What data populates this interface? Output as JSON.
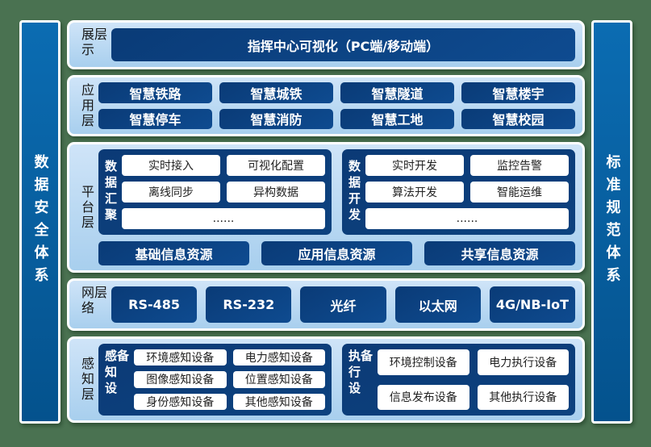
{
  "colors": {
    "background_green": "#4a7251",
    "panel_light_blue": "#b8d8f1",
    "box_navy": "#0c4184",
    "pillar_blue": "#0860a4",
    "chip_white": "#ffffff",
    "chip_text": "#222222"
  },
  "left_pillar": {
    "label": "数据安全体系"
  },
  "right_pillar": {
    "label": "标准规范体系"
  },
  "display_layer": {
    "label": "展示层",
    "main_box": "指挥中心可视化（PC端/移动端）"
  },
  "app_layer": {
    "label": "应用层",
    "boxes": [
      "智慧铁路",
      "智慧城铁",
      "智慧隧道",
      "智慧楼宇",
      "智慧停车",
      "智慧消防",
      "智慧工地",
      "智慧校园"
    ]
  },
  "platform_layer": {
    "label": "平台层",
    "aggregation": {
      "label": "数据汇聚",
      "chips": [
        "实时接入",
        "可视化配置",
        "离线同步",
        "异构数据",
        "......"
      ]
    },
    "development": {
      "label": "数据开发",
      "chips": [
        "实时开发",
        "监控告警",
        "算法开发",
        "智能运维",
        "......"
      ]
    },
    "resources": [
      "基础信息资源",
      "应用信息资源",
      "共享信息资源"
    ]
  },
  "network_layer": {
    "label": "网络层",
    "boxes": [
      "RS-485",
      "RS-232",
      "光纤",
      "以太网",
      "4G/NB-IoT"
    ]
  },
  "perception_layer": {
    "label": "感知层",
    "sensing": {
      "label": "感知设备",
      "chips": [
        "环境感知设备",
        "电力感知设备",
        "图像感知设备",
        "位置感知设备",
        "身份感知设备",
        "其他感知设备"
      ]
    },
    "execution": {
      "label": "执行设备",
      "chips": [
        "环境控制设备",
        "电力执行设备",
        "信息发布设备",
        "其他执行设备"
      ]
    }
  }
}
